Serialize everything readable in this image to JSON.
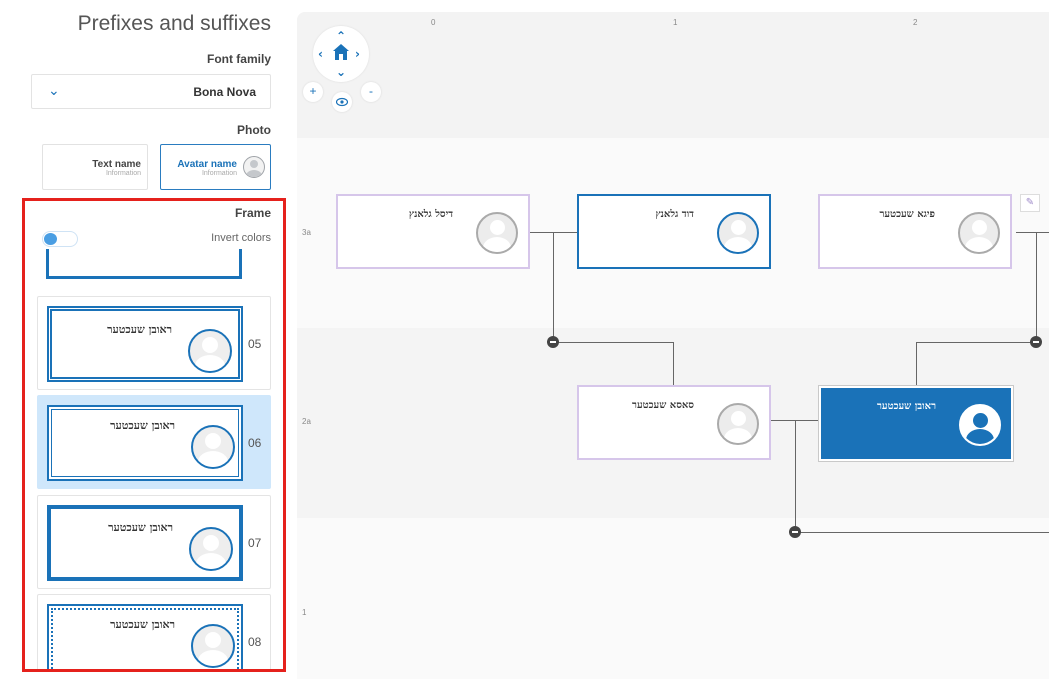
{
  "sidebar": {
    "title": "Prefixes and suffixes",
    "font_family_label": "Font family",
    "font_family_value": "Bona Nova",
    "photo_label": "Photo",
    "photo_options": [
      {
        "name": "Text name",
        "info": "Information"
      },
      {
        "name": "Avatar name",
        "info": "Information"
      }
    ],
    "frame_label": "Frame",
    "invert_colors_label": "Invert colors",
    "frames": [
      {
        "code": "05",
        "name": "ראובן שעכטער"
      },
      {
        "code": "06",
        "name": "ראובן שעכטער"
      },
      {
        "code": "07",
        "name": "ראובן שעכטער"
      },
      {
        "code": "08",
        "name": "ראובן שעכטער"
      }
    ]
  },
  "canvas": {
    "columns": [
      "0",
      "1",
      "2"
    ],
    "rows": [
      "3a",
      "2a",
      "1"
    ],
    "zoom_in": "+",
    "zoom_out": "-",
    "people": [
      {
        "name": "דיסל גלאנץ"
      },
      {
        "name": "דוד גלאנץ"
      },
      {
        "name": "פיגא שעכטער"
      },
      {
        "name": "סאסא שעכטער"
      },
      {
        "name": "ראובן שעכטער"
      }
    ]
  },
  "colors": {
    "accent": "#1a72b8",
    "highlight": "#e5211c",
    "selected_bg": "#cfe7fb"
  }
}
